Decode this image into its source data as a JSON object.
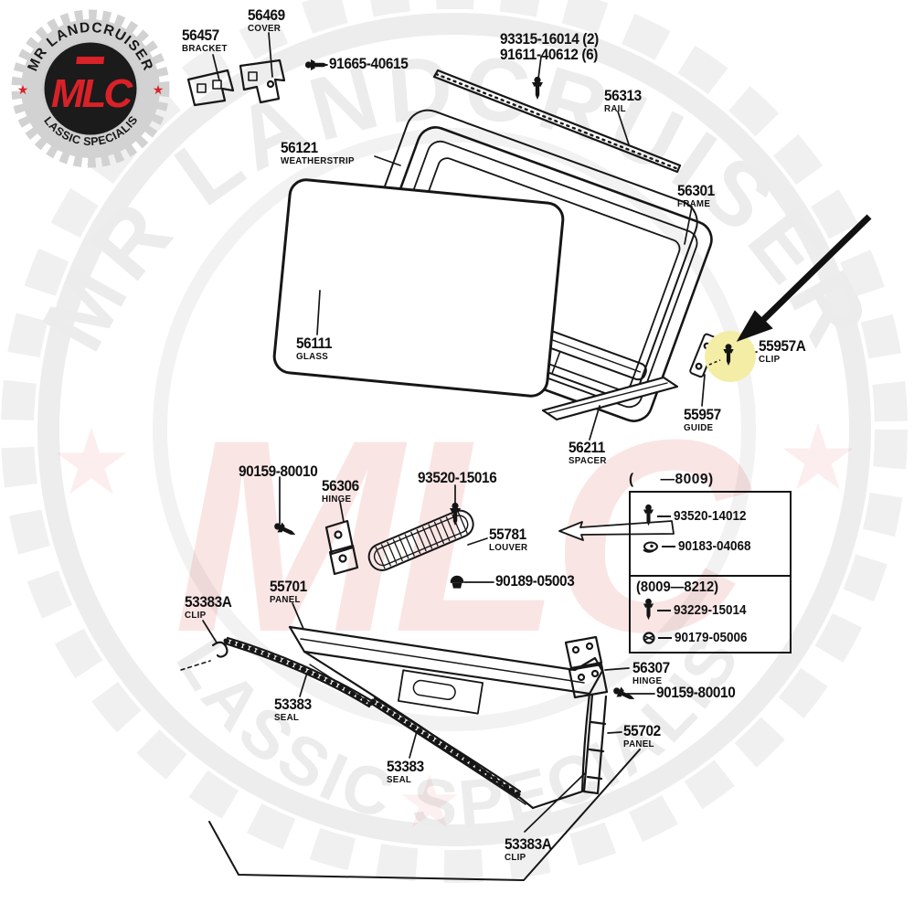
{
  "image_type": "toyota-landcruiser-windshield-frame-exploded-parts-diagram",
  "brand": {
    "arc_top": "MR LANDCRUISER",
    "arc_bottom": "CLASSIC SPECIALIST",
    "monogram": "MLC",
    "colors": {
      "red": "#d92128",
      "silver": "#d2d2d2",
      "black": "#1b1b1b"
    }
  },
  "watermark": {
    "arc_top": "MR LANDCRUISER",
    "arc_bottom": "CLASSIC SPECIALIST",
    "monogram": "MLC",
    "colors": {
      "pale_gray": "#ececec",
      "pale_red": "rgba(214,40,40,0.12)"
    }
  },
  "highlight": {
    "part_ref": "55957A",
    "circle_color": "#f3eda6",
    "arrow_color": "#111111"
  },
  "labels": [
    {
      "part": "56457",
      "name": "BRACKET"
    },
    {
      "part": "56469",
      "name": "COVER"
    },
    {
      "part": "91665-40615"
    },
    {
      "part": "93315-16014 (2)",
      "part2": "91611-40612 (6)"
    },
    {
      "part": "56313",
      "name": "RAIL"
    },
    {
      "part": "56121",
      "name": "WEATHERSTRIP"
    },
    {
      "part": "56301",
      "name": "FRAME"
    },
    {
      "part": "56111",
      "name": "GLASS"
    },
    {
      "part": "55957A",
      "name": "CLIP"
    },
    {
      "part": "55957",
      "name": "GUIDE"
    },
    {
      "part": "56211",
      "name": "SPACER"
    },
    {
      "part": "90159-80010"
    },
    {
      "part": "56306",
      "name": "HINGE"
    },
    {
      "part": "93520-15016"
    },
    {
      "part": "55781",
      "name": "LOUVER"
    },
    {
      "part": "90189-05003"
    },
    {
      "part": "53383A",
      "name": "CLIP"
    },
    {
      "part": "55701",
      "name": "PANEL"
    },
    {
      "part": "53383",
      "name": "SEAL"
    },
    {
      "part": "56307",
      "name": "HINGE"
    },
    {
      "part": "90159-80010"
    },
    {
      "part": "55702",
      "name": "PANEL"
    },
    {
      "part": "53383",
      "name": "SEAL"
    },
    {
      "part": "53383A",
      "name": "CLIP"
    }
  ],
  "callout_box": {
    "header": "(      —8009)",
    "section1": {
      "items": [
        {
          "icon": "screw-icon",
          "number": "93520-14012"
        },
        {
          "icon": "clip-nut-icon",
          "number": "90183-04068"
        }
      ]
    },
    "section2": {
      "title": "(8009—8212)",
      "items": [
        {
          "icon": "screw-icon",
          "number": "93229-15014"
        },
        {
          "icon": "push-nut-icon",
          "number": "90179-05006"
        }
      ]
    }
  }
}
